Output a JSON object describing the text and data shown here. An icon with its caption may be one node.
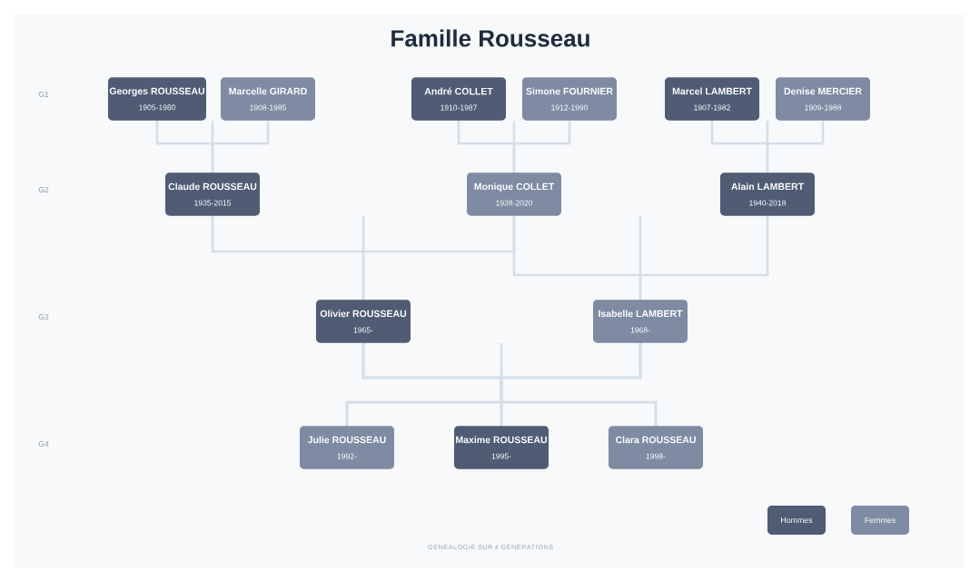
{
  "diagram": {
    "title": "Famille Rousseau",
    "caption": "GÉNÉALOGIE SUR 4 GÉNÉRATIONS",
    "nodes": [
      {
        "text": [
          "Georges ROUSSEAU",
          "1905-1980"
        ]
      },
      {
        "text": [
          "Marcelle GIRARD",
          "1908-1985"
        ]
      },
      {
        "text": [
          "André COLLET",
          "1910-1987"
        ]
      },
      {
        "text": [
          "Simone FOURNIER",
          "1912-1990"
        ]
      },
      {
        "text": [
          "Marcel LAMBERT",
          "1907-1982"
        ]
      },
      {
        "text": [
          "Denise MERCIER",
          "1909-1988"
        ]
      },
      {
        "text": [
          "Claude ROUSSEAU",
          "1935-2015"
        ]
      },
      {
        "text": [
          "Monique COLLET",
          "1938-2020"
        ]
      },
      {
        "text": [
          "Alain LAMBERT",
          "1940-2018"
        ]
      },
      {
        "text": [
          "Olivier ROUSSEAU",
          "1965-"
        ]
      },
      {
        "text": [
          "Isabelle LAMBERT",
          "1968-"
        ]
      },
      {
        "text": [
          "Julie ROUSSEAU",
          "1992-"
        ]
      },
      {
        "text": [
          "Maxime ROUSSEAU",
          "1995-"
        ]
      },
      {
        "text": [
          "Clara ROUSSEAU",
          "1998-"
        ]
      }
    ],
    "edges": [
      {
        "from": 0,
        "to": 6,
        "arrow": "none"
      },
      {
        "from": 1,
        "to": 6,
        "arrow": "none"
      },
      {
        "from": 2,
        "to": 7,
        "arrow": "none"
      },
      {
        "from": 3,
        "to": 7,
        "arrow": "none"
      },
      {
        "from": 4,
        "to": 8,
        "arrow": "none"
      },
      {
        "from": 5,
        "to": 8,
        "arrow": "none"
      },
      {
        "from": 6,
        "to": 9,
        "arrow": "none"
      },
      {
        "from": 7,
        "to": 9,
        "arrow": "none"
      },
      {
        "from": 7,
        "to": 10,
        "arrow": "none"
      },
      {
        "from": 8,
        "to": 10,
        "arrow": "none"
      },
      {
        "from": 9,
        "to": 11,
        "arrow": "none"
      },
      {
        "from": 9,
        "to": 12,
        "arrow": "none"
      },
      {
        "from": 9,
        "to": 13,
        "arrow": "none"
      },
      {
        "from": 10,
        "to": 11,
        "arrow": "none"
      },
      {
        "from": 10,
        "to": 12,
        "arrow": "none"
      },
      {
        "from": 10,
        "to": 13,
        "arrow": "none"
      }
    ],
    "labels": [
      "G1",
      "G2",
      "G3",
      "G4"
    ],
    "legend": [
      {
        "text": "Hommes",
        "color": "#4f5c74"
      },
      {
        "text": "Femmes",
        "color": "#7e8ba2"
      }
    ]
  }
}
